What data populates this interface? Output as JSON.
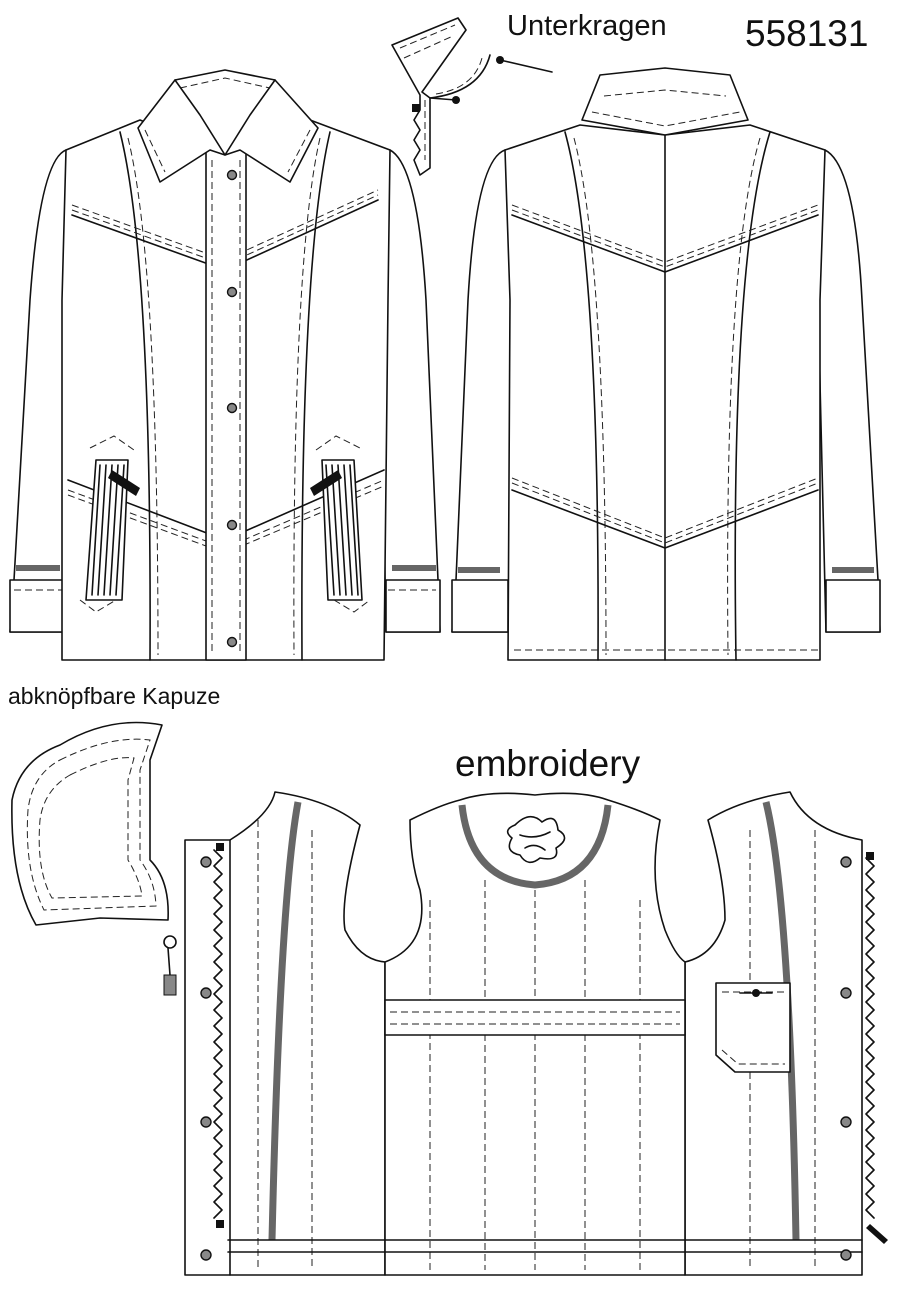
{
  "labels": {
    "undercollar": "Unterkragen",
    "pattern_number": "558131",
    "detachable_hood": "abknöpfbare Kapuze",
    "embroidery": "embroidery"
  },
  "colors": {
    "outline": "#111111",
    "stitching": "#222222",
    "reflective_band": "#666666",
    "button": "#888888"
  }
}
